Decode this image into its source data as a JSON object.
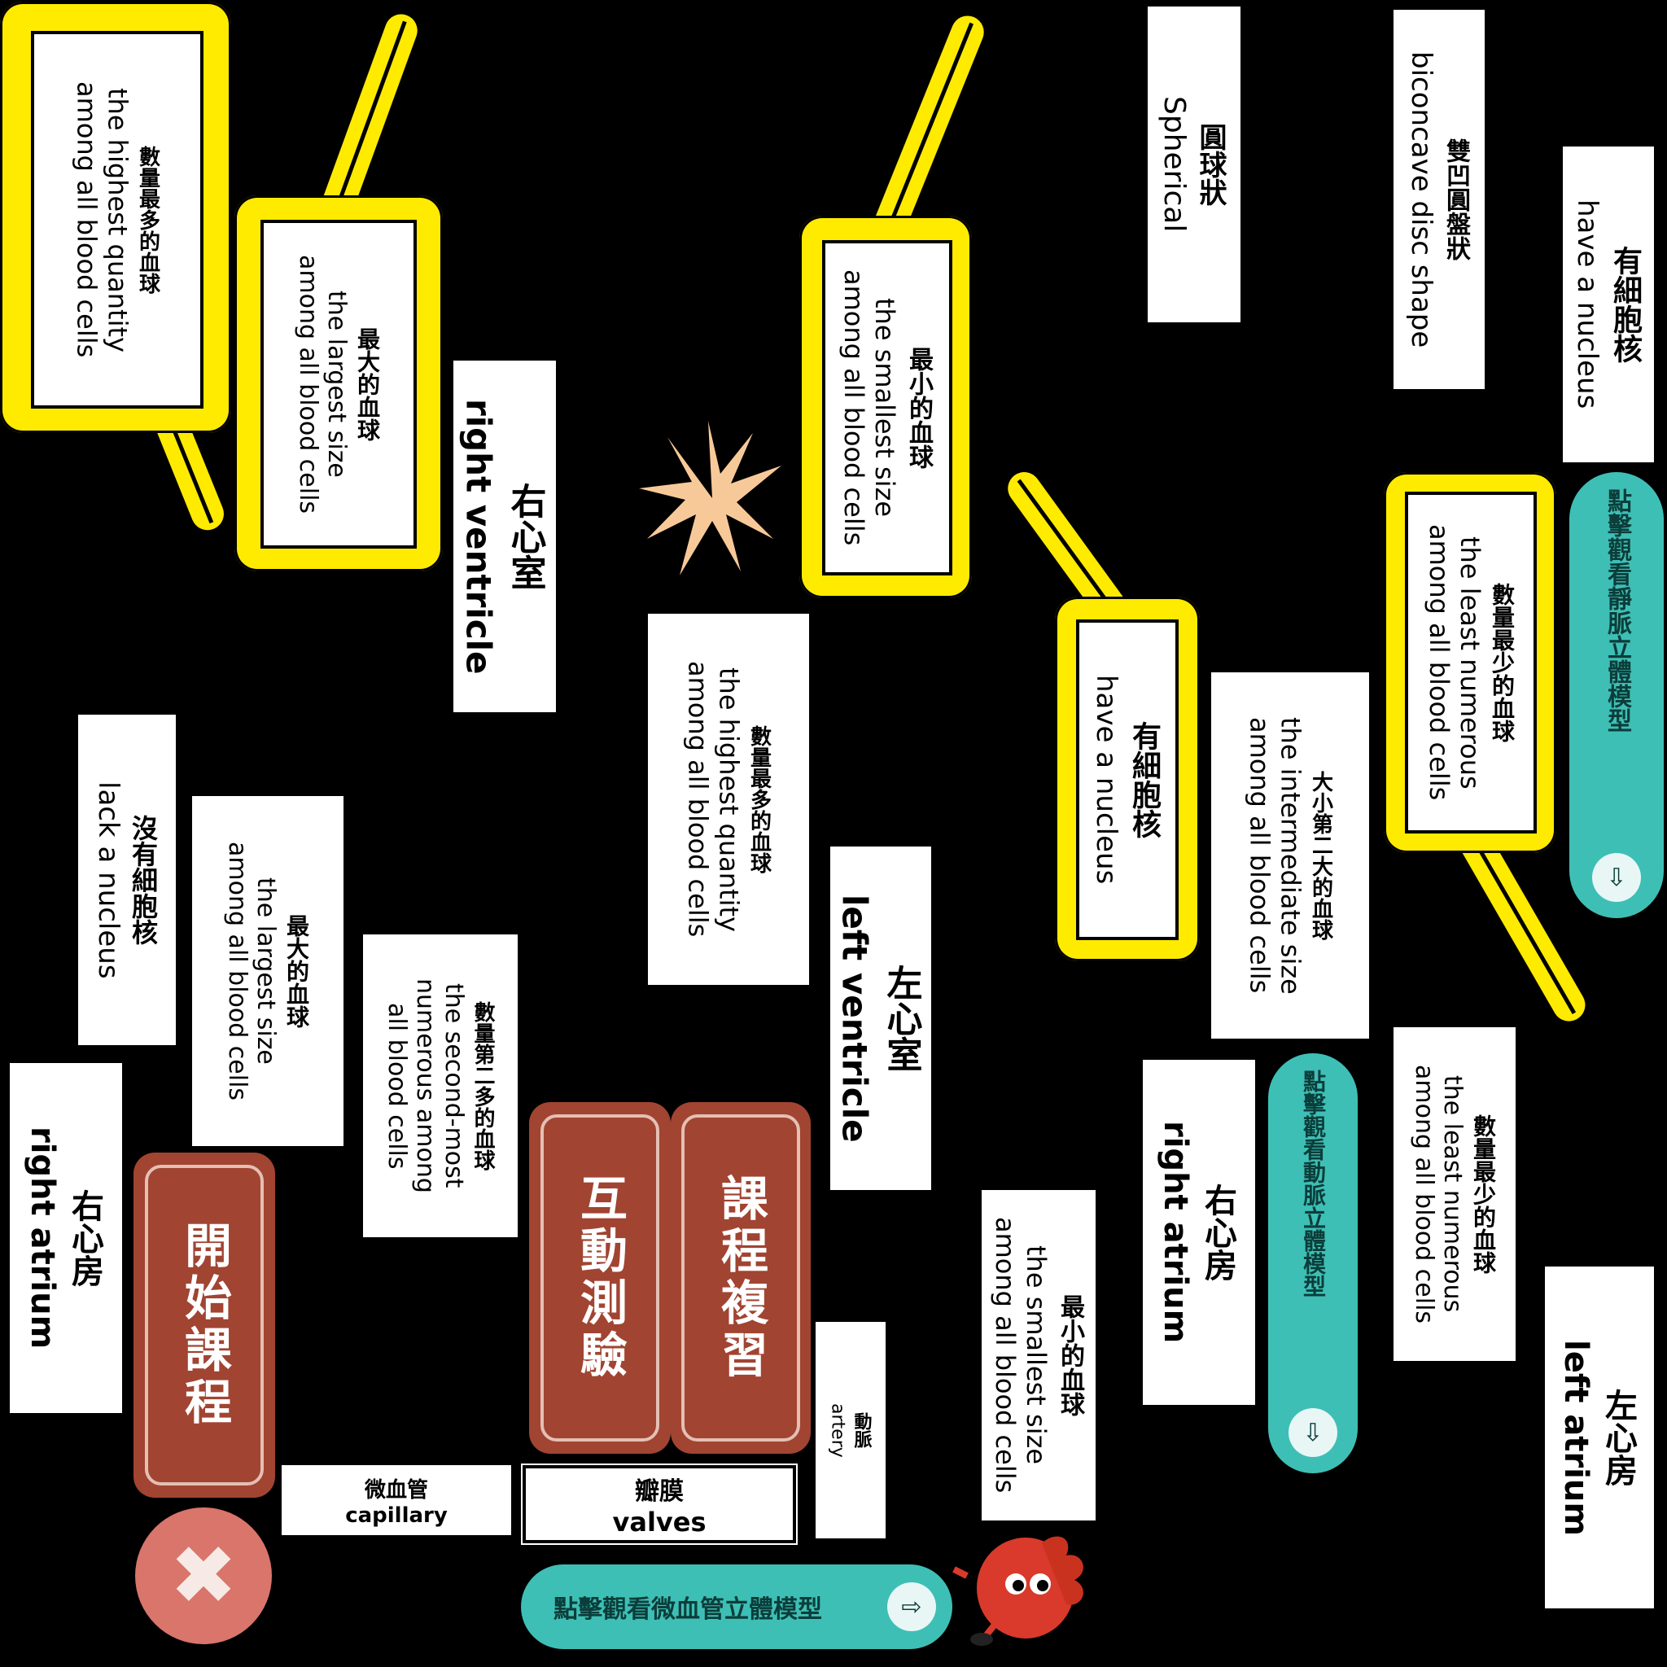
{
  "cards": {
    "hl_most_1": {
      "zh": "數量最多的血球",
      "en1": "the highest quantity",
      "en2": "among all blood cells"
    },
    "hl_largest": {
      "zh": "最大的血球",
      "en1": "the largest size",
      "en2": "among all blood cells"
    },
    "hl_smallest": {
      "zh": "最小的血球",
      "en1": "the smallest size",
      "en2": "among all blood cells"
    },
    "hl_nucleus": {
      "zh": "有細胞核",
      "en1": "have a nucleus"
    },
    "hl_least": {
      "zh": "數量最少的血球",
      "en1": "the least numerous",
      "en2": "among all blood cells"
    },
    "right_ventricle_1": {
      "zh": "右心室",
      "en1": "right ventricle"
    },
    "spherical": {
      "zh": "圓球狀",
      "en1": "Spherical"
    },
    "biconcave": {
      "zh": "雙凹圓盤狀",
      "en1": "biconcave disc shape"
    },
    "nucleus_top": {
      "zh": "有細胞核",
      "en1": "have a nucleus"
    },
    "most_2": {
      "zh": "數量最多的血球",
      "en1": "the highest quantity",
      "en2": "among all blood cells"
    },
    "left_ventricle": {
      "zh": "左心室",
      "en1": "left ventricle"
    },
    "no_nucleus": {
      "zh": "沒有細胞核",
      "en1": "lack a nucleus"
    },
    "largest_2": {
      "zh": "最大的血球",
      "en1": "the largest size",
      "en2": "among all blood cells"
    },
    "second_most": {
      "zh": "數量第二多的血球",
      "en1": "the second-most",
      "en2": "numerous among",
      "en3": "all blood cells"
    },
    "intermediate": {
      "zh": "大小第二大的血球",
      "en1": "the intermediate size",
      "en2": "among all blood cells"
    },
    "least_2": {
      "zh": "數量最少的血球",
      "en1": "the least numerous",
      "en2": "among all blood cells"
    },
    "right_atrium_1": {
      "zh": "右心房",
      "en1": "right atrium"
    },
    "right_atrium_2": {
      "zh": "右心房",
      "en1": "right atrium"
    },
    "smallest_2": {
      "zh": "最小的血球",
      "en1": "the smallest size",
      "en2": "among all blood cells"
    },
    "left_atrium": {
      "zh": "左心房",
      "en1": "left atrium"
    },
    "artery": {
      "zh": "動脈",
      "en1": "artery"
    },
    "capillary": {
      "zh": "微血管",
      "en1": "capillary"
    },
    "valves": {
      "zh": "瓣膜",
      "en1": "valves"
    }
  },
  "buttons": {
    "vein_model": "點擊觀看靜脈立體模型",
    "artery_model": "點擊觀看動脈立體模型",
    "capillary_model": "點擊觀看微血管立體模型",
    "start_course": "開始課程",
    "course_review": "課程複習",
    "interactive_quiz": "互動測驗",
    "arrow_glyph": "⇩",
    "arrow_right_glyph": "⇨",
    "close_glyph": "✖"
  },
  "icons": {
    "star": "star-burst-icon",
    "heart": "heart-mascot-icon",
    "close": "close-icon"
  },
  "colors": {
    "highlight": "#ffeb00",
    "teal": "#3ebfb5",
    "brown": "#a14432",
    "close_red": "#d9756b"
  }
}
